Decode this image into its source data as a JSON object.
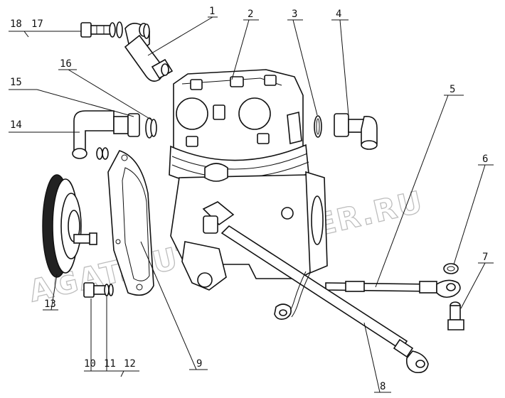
{
  "diagram": {
    "watermark": "AGAT.AUTODEALER.RU",
    "callouts": [
      {
        "id": "c1",
        "text": "1"
      },
      {
        "id": "c2",
        "text": "2"
      },
      {
        "id": "c3",
        "text": "3"
      },
      {
        "id": "c4",
        "text": "4"
      },
      {
        "id": "c5",
        "text": "5"
      },
      {
        "id": "c6",
        "text": "6"
      },
      {
        "id": "c7",
        "text": "7"
      },
      {
        "id": "c8",
        "text": "8"
      },
      {
        "id": "c9",
        "text": "9"
      },
      {
        "id": "c10",
        "text": "10"
      },
      {
        "id": "c11",
        "text": "11"
      },
      {
        "id": "c12",
        "text": "12"
      },
      {
        "id": "c13",
        "text": "13"
      },
      {
        "id": "c14",
        "text": "14"
      },
      {
        "id": "c15",
        "text": "15"
      },
      {
        "id": "c16",
        "text": "16"
      },
      {
        "id": "c17",
        "text": "17"
      },
      {
        "id": "c18",
        "text": "18"
      }
    ]
  }
}
